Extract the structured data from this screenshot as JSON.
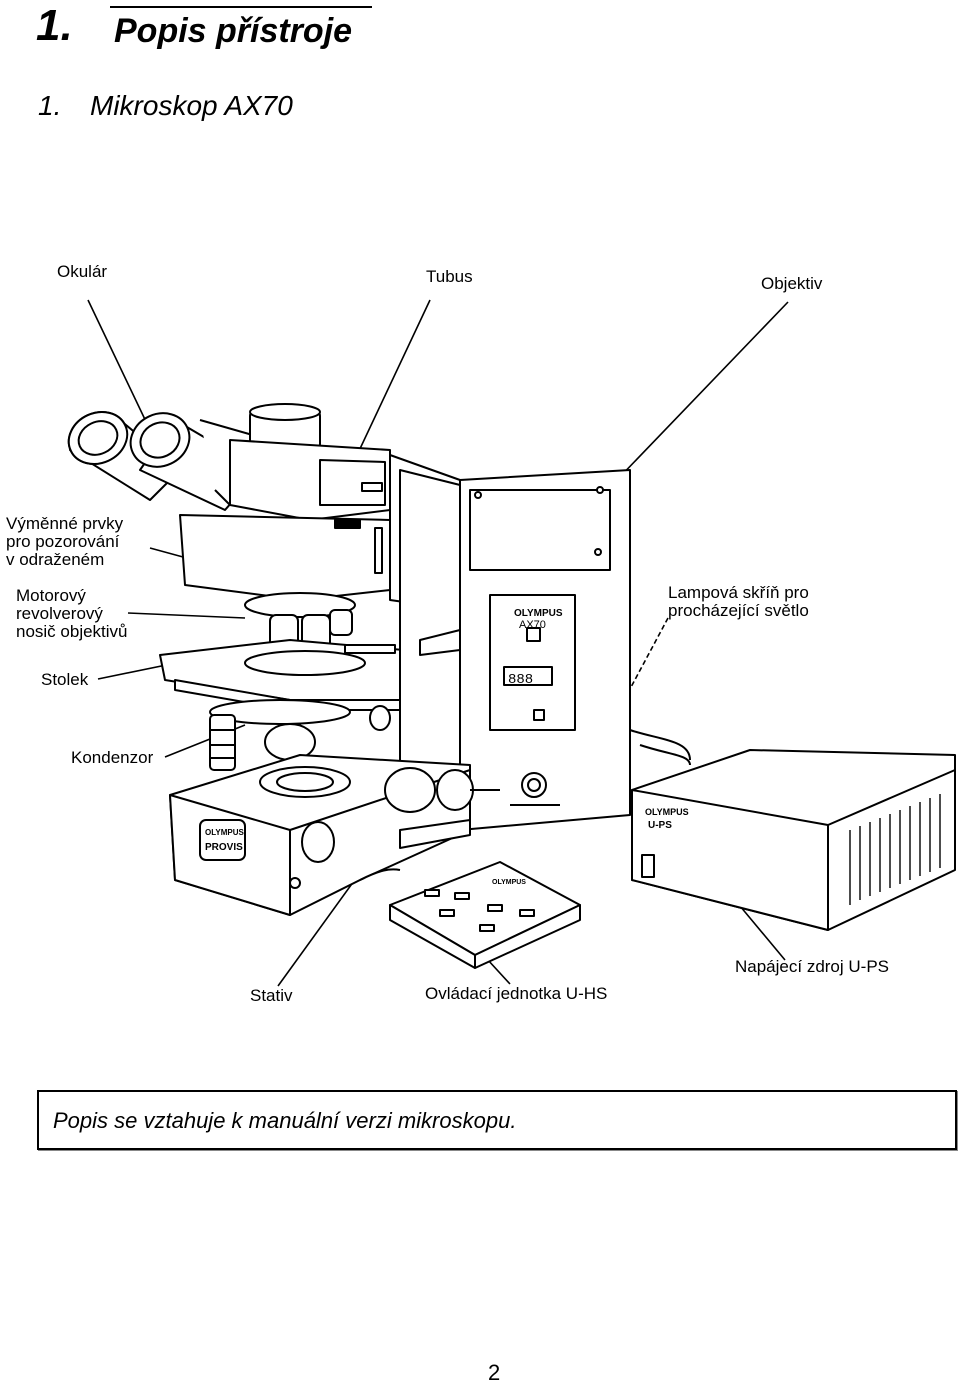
{
  "heading": {
    "chapter_number": "1.",
    "chapter_title": "Popis přístroje",
    "section_number": "1.",
    "section_title": "Mikroskop AX70"
  },
  "labels": {
    "okular": "Okulár",
    "tubus": "Tubus",
    "objektiv": "Objektiv",
    "vymenne_line1": "Výměnné prvky",
    "vymenne_line2": "pro pozorování",
    "vymenne_line3": "v odraženém",
    "motorovy_line1": "Motorový",
    "motorovy_line2": "revolverový",
    "motorovy_line3": "nosič objektivů",
    "lampova_line1": "Lampová skříň pro",
    "lampova_line2": "procházející světlo",
    "stolek": "Stolek",
    "kondenzor": "Kondenzor",
    "stativ": "Stativ",
    "ovladaci": "Ovládací jednotka U-HS",
    "napajeci": "Napájecí zdroj U-PS"
  },
  "device_markings": {
    "lamp_brand": "OLYMPUS",
    "lamp_model": "AX70",
    "lamp_display": "888",
    "base_brand": "OLYMPUS",
    "base_model": "PROVIS",
    "controller_brand": "OLYMPUS",
    "psu_brand": "OLYMPUS",
    "psu_model": "U-PS"
  },
  "note": "Popis se vztahuje k manuální verzi mikroskopu.",
  "page_number": "2"
}
